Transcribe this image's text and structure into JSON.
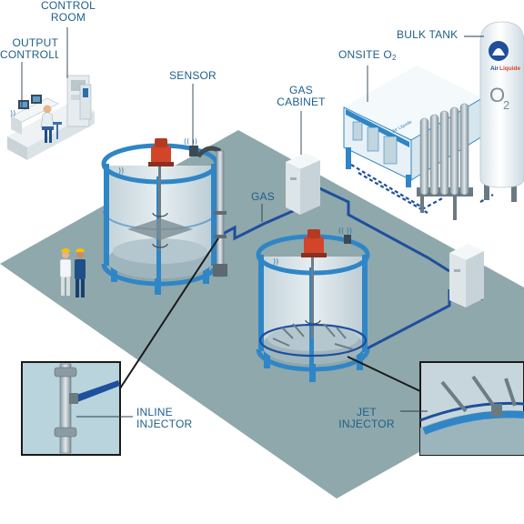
{
  "labels": {
    "control_room_line1": "CONTROL",
    "control_room_line2": "ROOM",
    "output_controller_line1": "OUTPUT",
    "output_controller_line2": "CONTROLLER",
    "sensor": "SENSOR",
    "gas_cabinet_line1": "GAS",
    "gas_cabinet_line2": "CABINET",
    "gas": "GAS",
    "onsite_o2_prefix": "ONSITE O",
    "onsite_o2_sub": "2",
    "bulk_tank": "BULK TANK",
    "inline_injector_line1": "INLINE",
    "inline_injector_line2": "INJECTOR",
    "jet_injector_line1": "JET",
    "jet_injector_line2": "INJECTOR"
  },
  "branding": {
    "tank_brand_line1": "Air",
    "tank_brand_line2": "Liquide",
    "tank_gas": "O",
    "tank_gas_sub": "2",
    "container_brand": "Air Liquide"
  },
  "colors": {
    "floor": "#8fa8ac",
    "tank_frame": "#2f86c6",
    "pipe_blue": "#1e4f9c",
    "label": "#1d5f8a",
    "motor": "#d2452a"
  }
}
